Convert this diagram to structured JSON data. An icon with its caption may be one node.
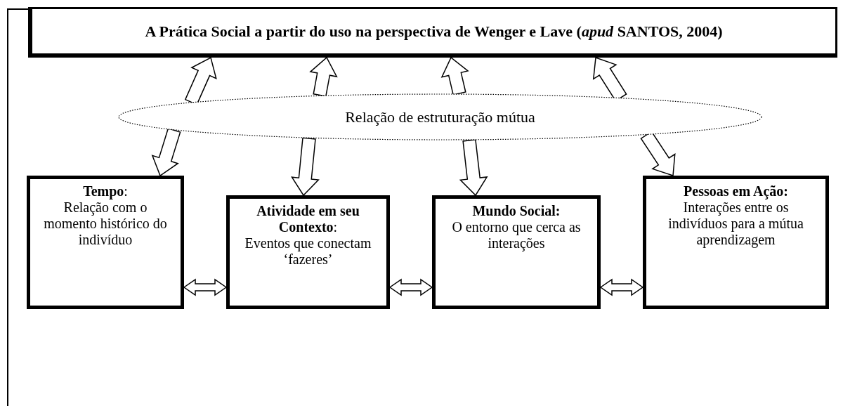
{
  "diagram": {
    "nodes": [
      {
        "text": [
          "A Prática Social a partir do uso na perspectiva de Wenger e Lave (*apud* SANTOS, 2004)"
        ]
      },
      {
        "text": [
          "Relação de estruturação mútua"
        ]
      },
      {
        "text": [
          "**Tempo**:",
          "Relação com o momento histórico do indivíduo"
        ]
      },
      {
        "text": [
          "**Atividade em seu Contexto**:",
          "Eventos que conectam ‘fazeres’"
        ]
      },
      {
        "text": [
          "**Mundo Social:**",
          "O entorno que cerca as interações"
        ]
      },
      {
        "text": [
          "**Pessoas em Ação:**",
          "Interações entre os indivíduos para a mútua aprendizagem"
        ]
      }
    ],
    "edges": [
      {
        "from": 1,
        "to": 0,
        "arrow": "to"
      },
      {
        "from": 1,
        "to": 2,
        "arrow": "to"
      },
      {
        "from": 1,
        "to": 0,
        "arrow": "to"
      },
      {
        "from": 1,
        "to": 3,
        "arrow": "to"
      },
      {
        "from": 1,
        "to": 0,
        "arrow": "to"
      },
      {
        "from": 1,
        "to": 4,
        "arrow": "to"
      },
      {
        "from": 1,
        "to": 0,
        "arrow": "to"
      },
      {
        "from": 1,
        "to": 5,
        "arrow": "to"
      },
      {
        "from": 2,
        "to": 3,
        "arrow": "both"
      },
      {
        "from": 3,
        "to": 4,
        "arrow": "both"
      },
      {
        "from": 4,
        "to": 5,
        "arrow": "both"
      }
    ]
  }
}
